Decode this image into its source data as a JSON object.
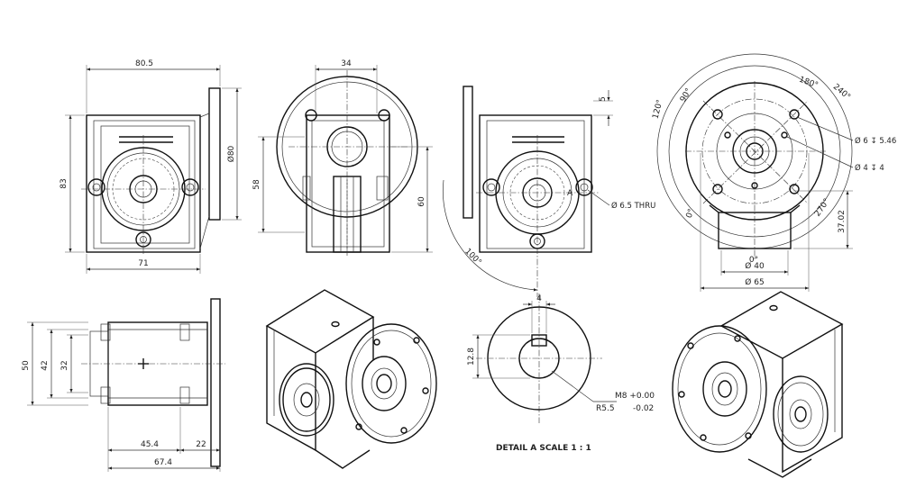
{
  "dimensions": {
    "front_width_overall": "80.5",
    "front_height": "83",
    "front_flange_dia": "Ø80",
    "front_base_width": "71",
    "side_top": "34",
    "side_height": "58",
    "right_height": "60",
    "right_top_gap": "5",
    "bolt_hole": "Ø 6.5 THRU",
    "arc_angle": "100°",
    "bottom_height_outer": "50",
    "bottom_height_mid": "42",
    "bottom_height_inner": "32",
    "bottom_len_a": "45.4",
    "bottom_len_b": "22",
    "bottom_len_total": "67.4",
    "detail_key_height": "12.8",
    "detail_key_width": "4",
    "detail_radius": "R5.5",
    "detail_tol_main": "M8 +0.00",
    "detail_tol_lower": "-0.02",
    "flange_hole_a": "Ø 6 ↧ 5.46",
    "flange_hole_b": "Ø 4 ↧ 4",
    "flange_dia_inner": "Ø 40",
    "flange_dia_outer": "Ø 65",
    "flange_height": "37.02"
  },
  "angles": {
    "a0": "0°",
    "a90": "90°",
    "a120": "120°",
    "a180": "180°",
    "a240": "240°",
    "a270": "270°",
    "a0b": "0°"
  },
  "labels": {
    "detail_title": "DETAIL A SCALE 1 : 1",
    "detail_marker": "A"
  }
}
